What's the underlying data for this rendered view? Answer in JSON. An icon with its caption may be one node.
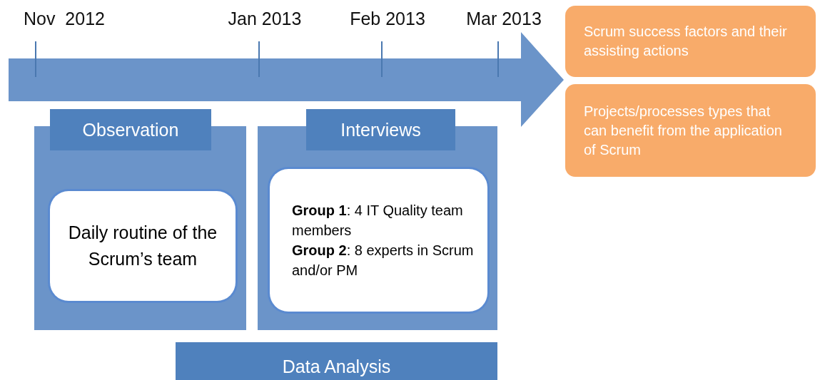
{
  "diagram": {
    "nodes": [
      {
        "text": [
          "Observation"
        ]
      },
      {
        "text": [
          "Daily routine of the Scrum’s team"
        ],
        "in": 0
      },
      {
        "text": [
          "Interviews"
        ]
      },
      {
        "text": [
          "**Group 1**: 4 IT Quality team members",
          "**Group 2**: 8 experts in Scrum and/or PM"
        ],
        "in": 2
      },
      {
        "text": [
          "Data Analysis"
        ]
      },
      {
        "text": [
          "Scrum success factors and their assisting actions"
        ]
      },
      {
        "text": [
          "Projects/processes types that can benefit from the application of Scrum"
        ]
      }
    ],
    "labels": [
      "Nov  2012",
      "Jan 2013",
      "Feb 2013",
      "Mar 2013"
    ]
  }
}
